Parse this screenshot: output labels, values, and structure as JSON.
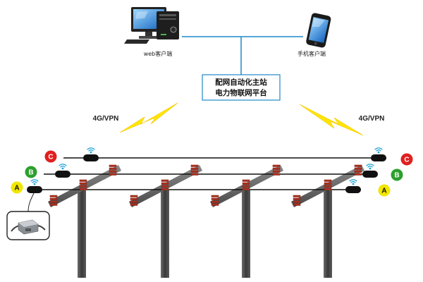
{
  "clients": {
    "web_label": "web客户端",
    "mobile_label": "手机客户端"
  },
  "platform": {
    "line1": "配网自动化主站",
    "line2": "电力物联网平台"
  },
  "links": {
    "left_label": "4G/VPN",
    "right_label": "4G/VPN"
  },
  "phases": {
    "c": "C",
    "b": "B",
    "a": "A"
  },
  "colors": {
    "phase_c": "#e02020",
    "phase_b": "#2ca02c",
    "phase_a": "#f2e600",
    "connector": "#1aa0d6",
    "lightning": "#ffe600",
    "pole": "#4a4a4a",
    "insulator": "#b0301f"
  },
  "icons": [
    "desktop-computer-icon",
    "smartphone-icon",
    "lightning-bolt-icon",
    "wireless-signal-icon",
    "fault-sensor-icon"
  ]
}
